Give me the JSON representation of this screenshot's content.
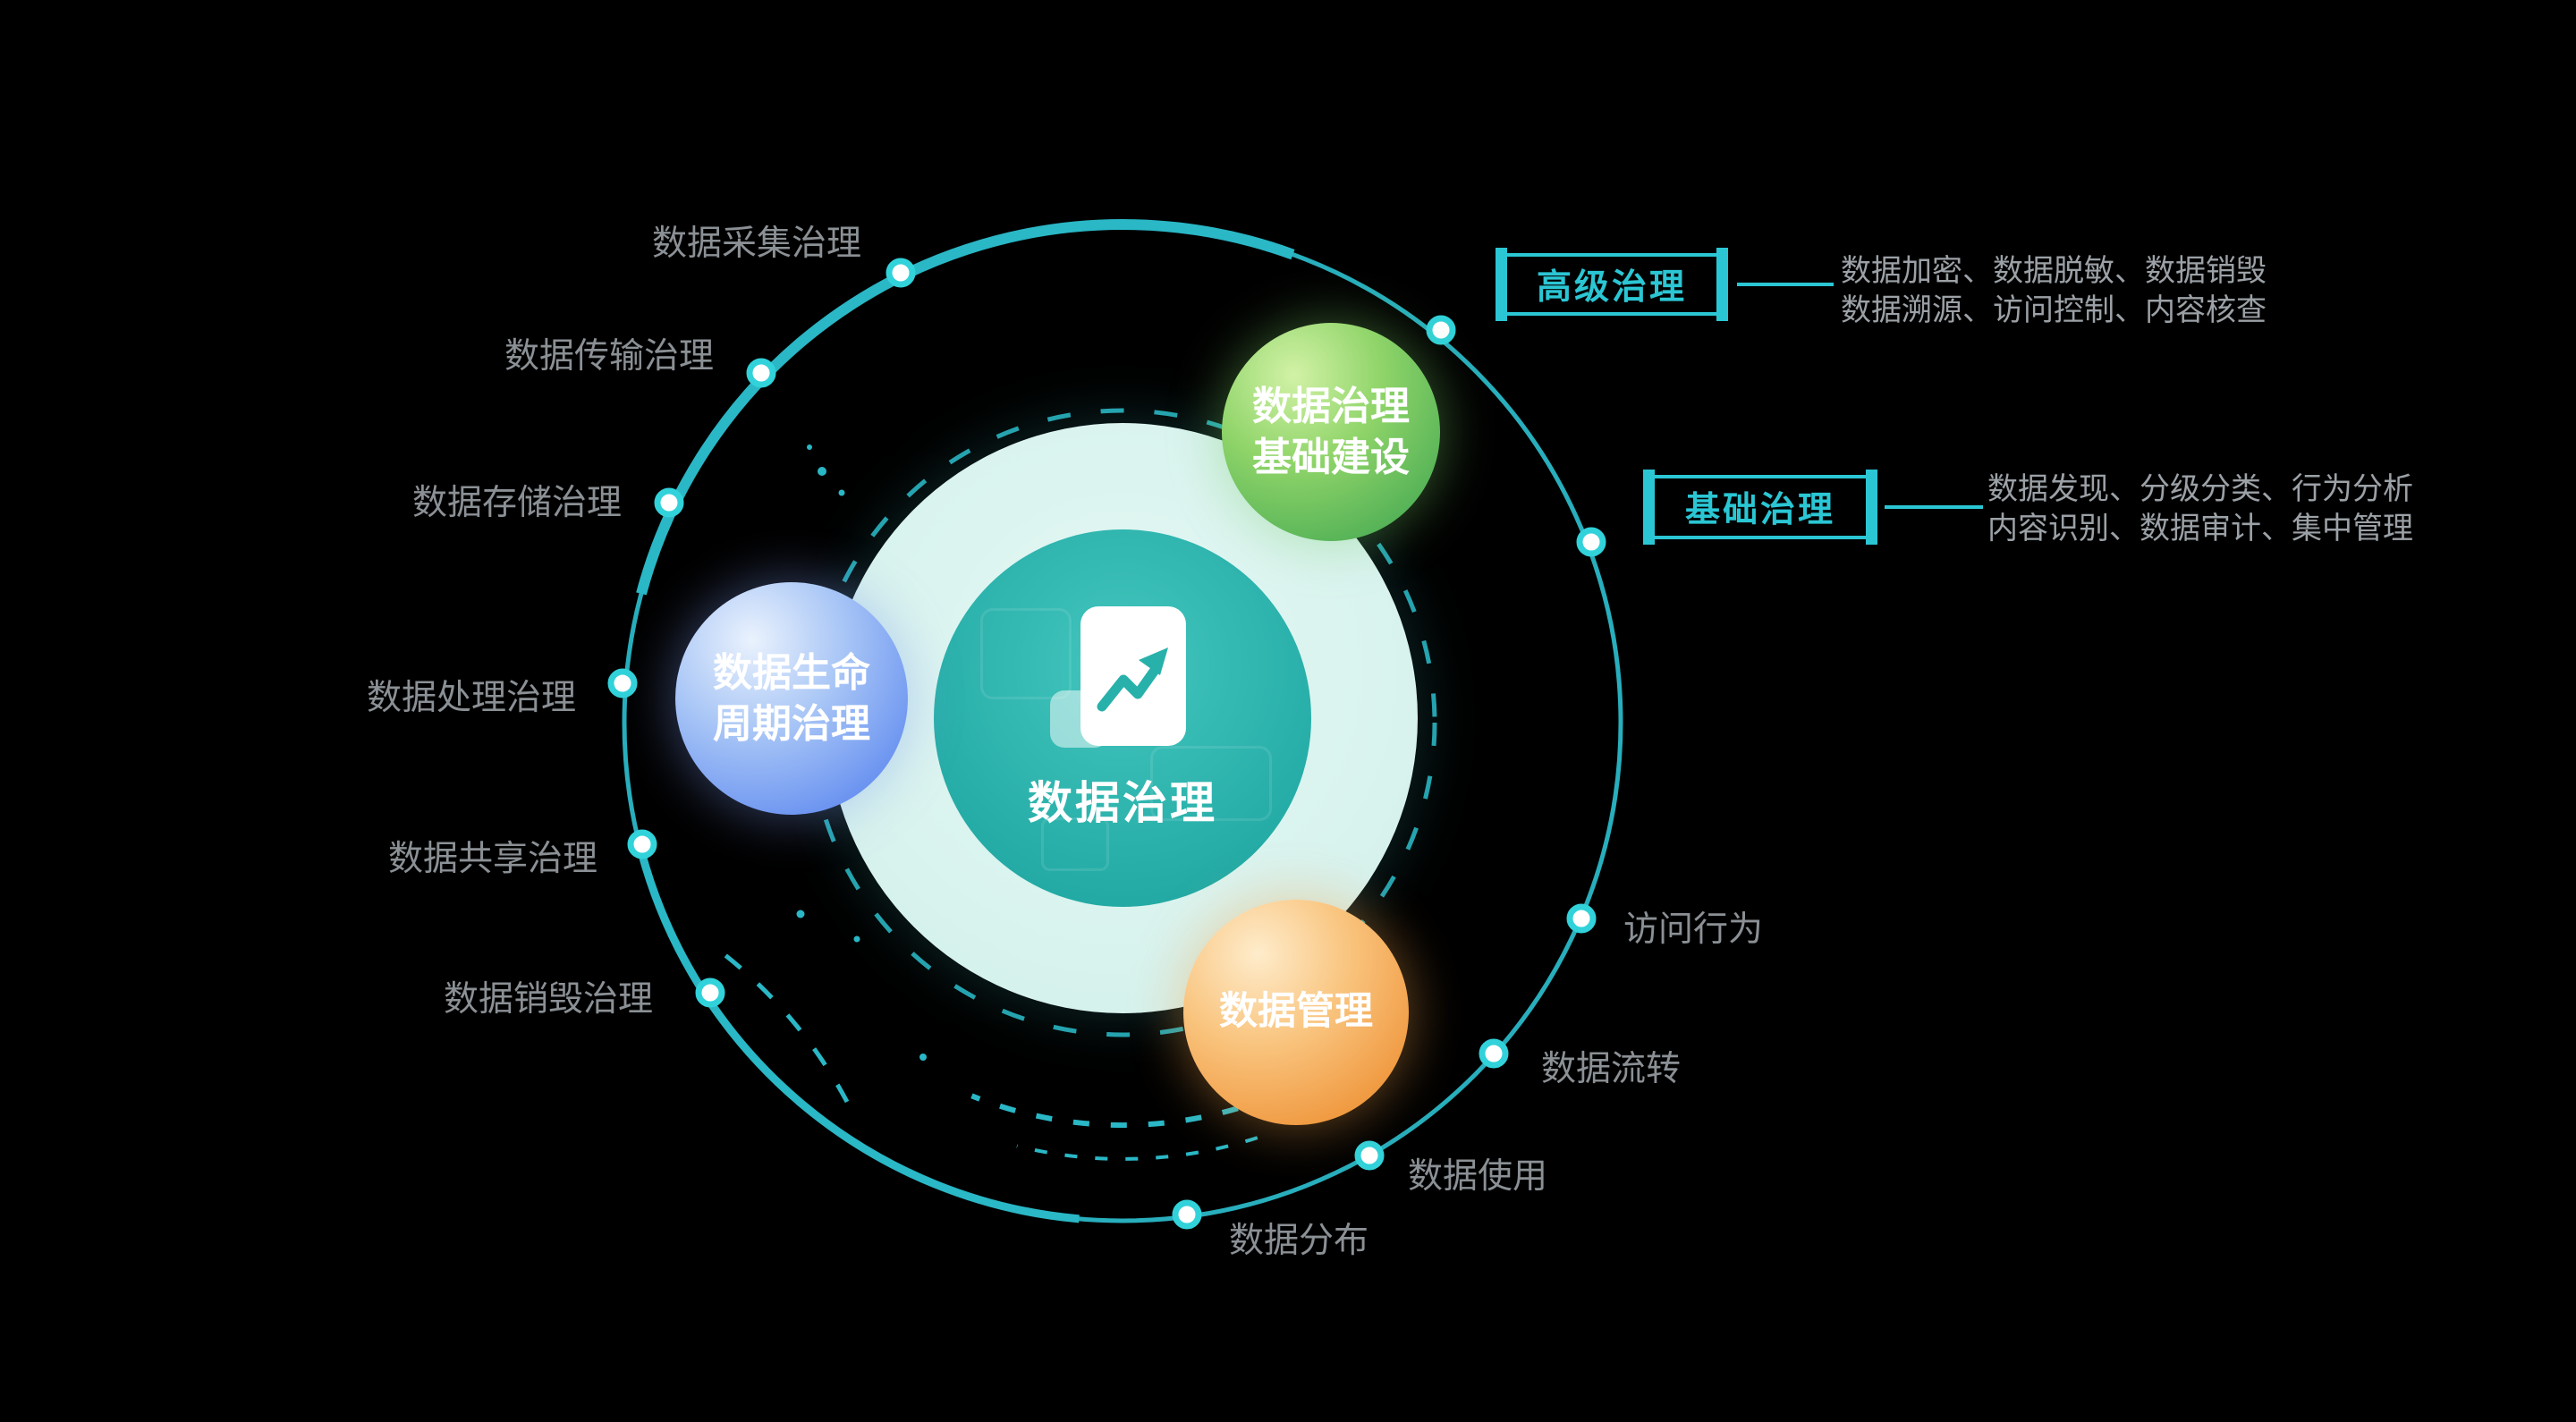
{
  "diagram": {
    "center": {
      "title": "数据治理",
      "icon": "chart-document-icon"
    },
    "bubbles": {
      "infra": {
        "line1": "数据治理",
        "line2": "基础建设"
      },
      "lifecycle": {
        "line1": "数据生命",
        "line2": "周期治理"
      },
      "management": {
        "line1": "数据管理"
      }
    },
    "ring_labels": {
      "left": [
        {
          "label": "数据采集治理"
        },
        {
          "label": "数据传输治理"
        },
        {
          "label": "数据存储治理"
        },
        {
          "label": "数据处理治理"
        },
        {
          "label": "数据共享治理"
        },
        {
          "label": "数据销毁治理"
        }
      ],
      "right": [
        {
          "label": "访问行为"
        },
        {
          "label": "数据流转"
        },
        {
          "label": "数据使用"
        },
        {
          "label": "数据分布"
        }
      ]
    },
    "callouts": [
      {
        "title": "高级治理",
        "desc_line1": "数据加密、数据脱敏、数据销毁",
        "desc_line2": "数据溯源、访问控制、内容核查"
      },
      {
        "title": "基础治理",
        "desc_line1": "数据发现、分级分类、行为分析",
        "desc_line2": "内容识别、数据审计、集中管理"
      }
    ],
    "colors": {
      "background": "#000000",
      "ring_teal": "#2ab7c6",
      "callout_teal": "#2bc6d4",
      "label_gray": "#8b9095",
      "desc_gray": "#9ba1a6",
      "bubble_green": "#52b156",
      "bubble_blue": "#648ef0",
      "bubble_orange": "#ef953a",
      "core_teal": "#22a9a4",
      "center_halo": "#d5f1ec"
    }
  }
}
